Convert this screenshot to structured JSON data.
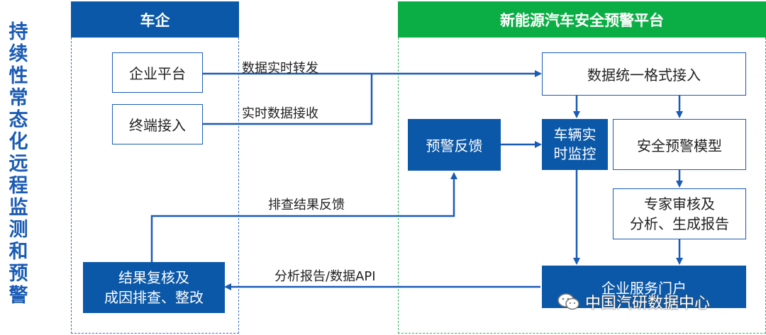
{
  "side_title": "持续性常态化远程监测和预警",
  "headers": {
    "left": "车企",
    "right": "新能源汽车安全预警平台"
  },
  "boxes": {
    "enterprise_platform": "企业平台",
    "terminal_access": "终端接入",
    "result_review": "结果复核及\n成因排查、整改",
    "warning_feedback": "预警反馈",
    "realtime_monitor": "车辆实\n时监控",
    "unified_access": "数据统一格式接入",
    "safety_model": "安全预警模型",
    "expert_review": "专家审核及\n分析、生成报告",
    "service_portal": "企业服务门户"
  },
  "labels": {
    "forward": "数据实时转发",
    "receive": "实时数据接收",
    "feedback": "排查结果反馈",
    "report_api": "分析报告/数据API"
  },
  "watermark": "中国汽研数据中心"
}
